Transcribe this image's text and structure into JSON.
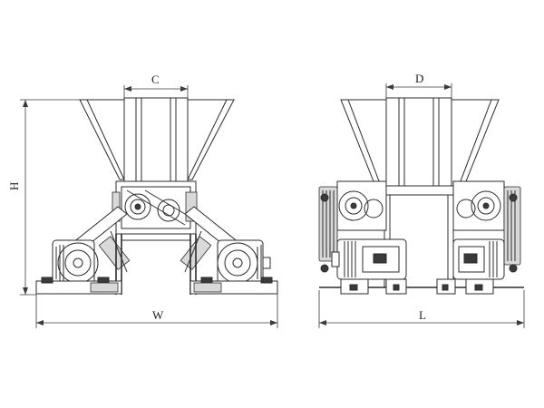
{
  "dimension_labels": {
    "C": "C",
    "D": "D",
    "H": "H",
    "W": "W",
    "L": "L"
  },
  "colors": {
    "line": "#2b2b2b",
    "background": "#ffffff"
  }
}
